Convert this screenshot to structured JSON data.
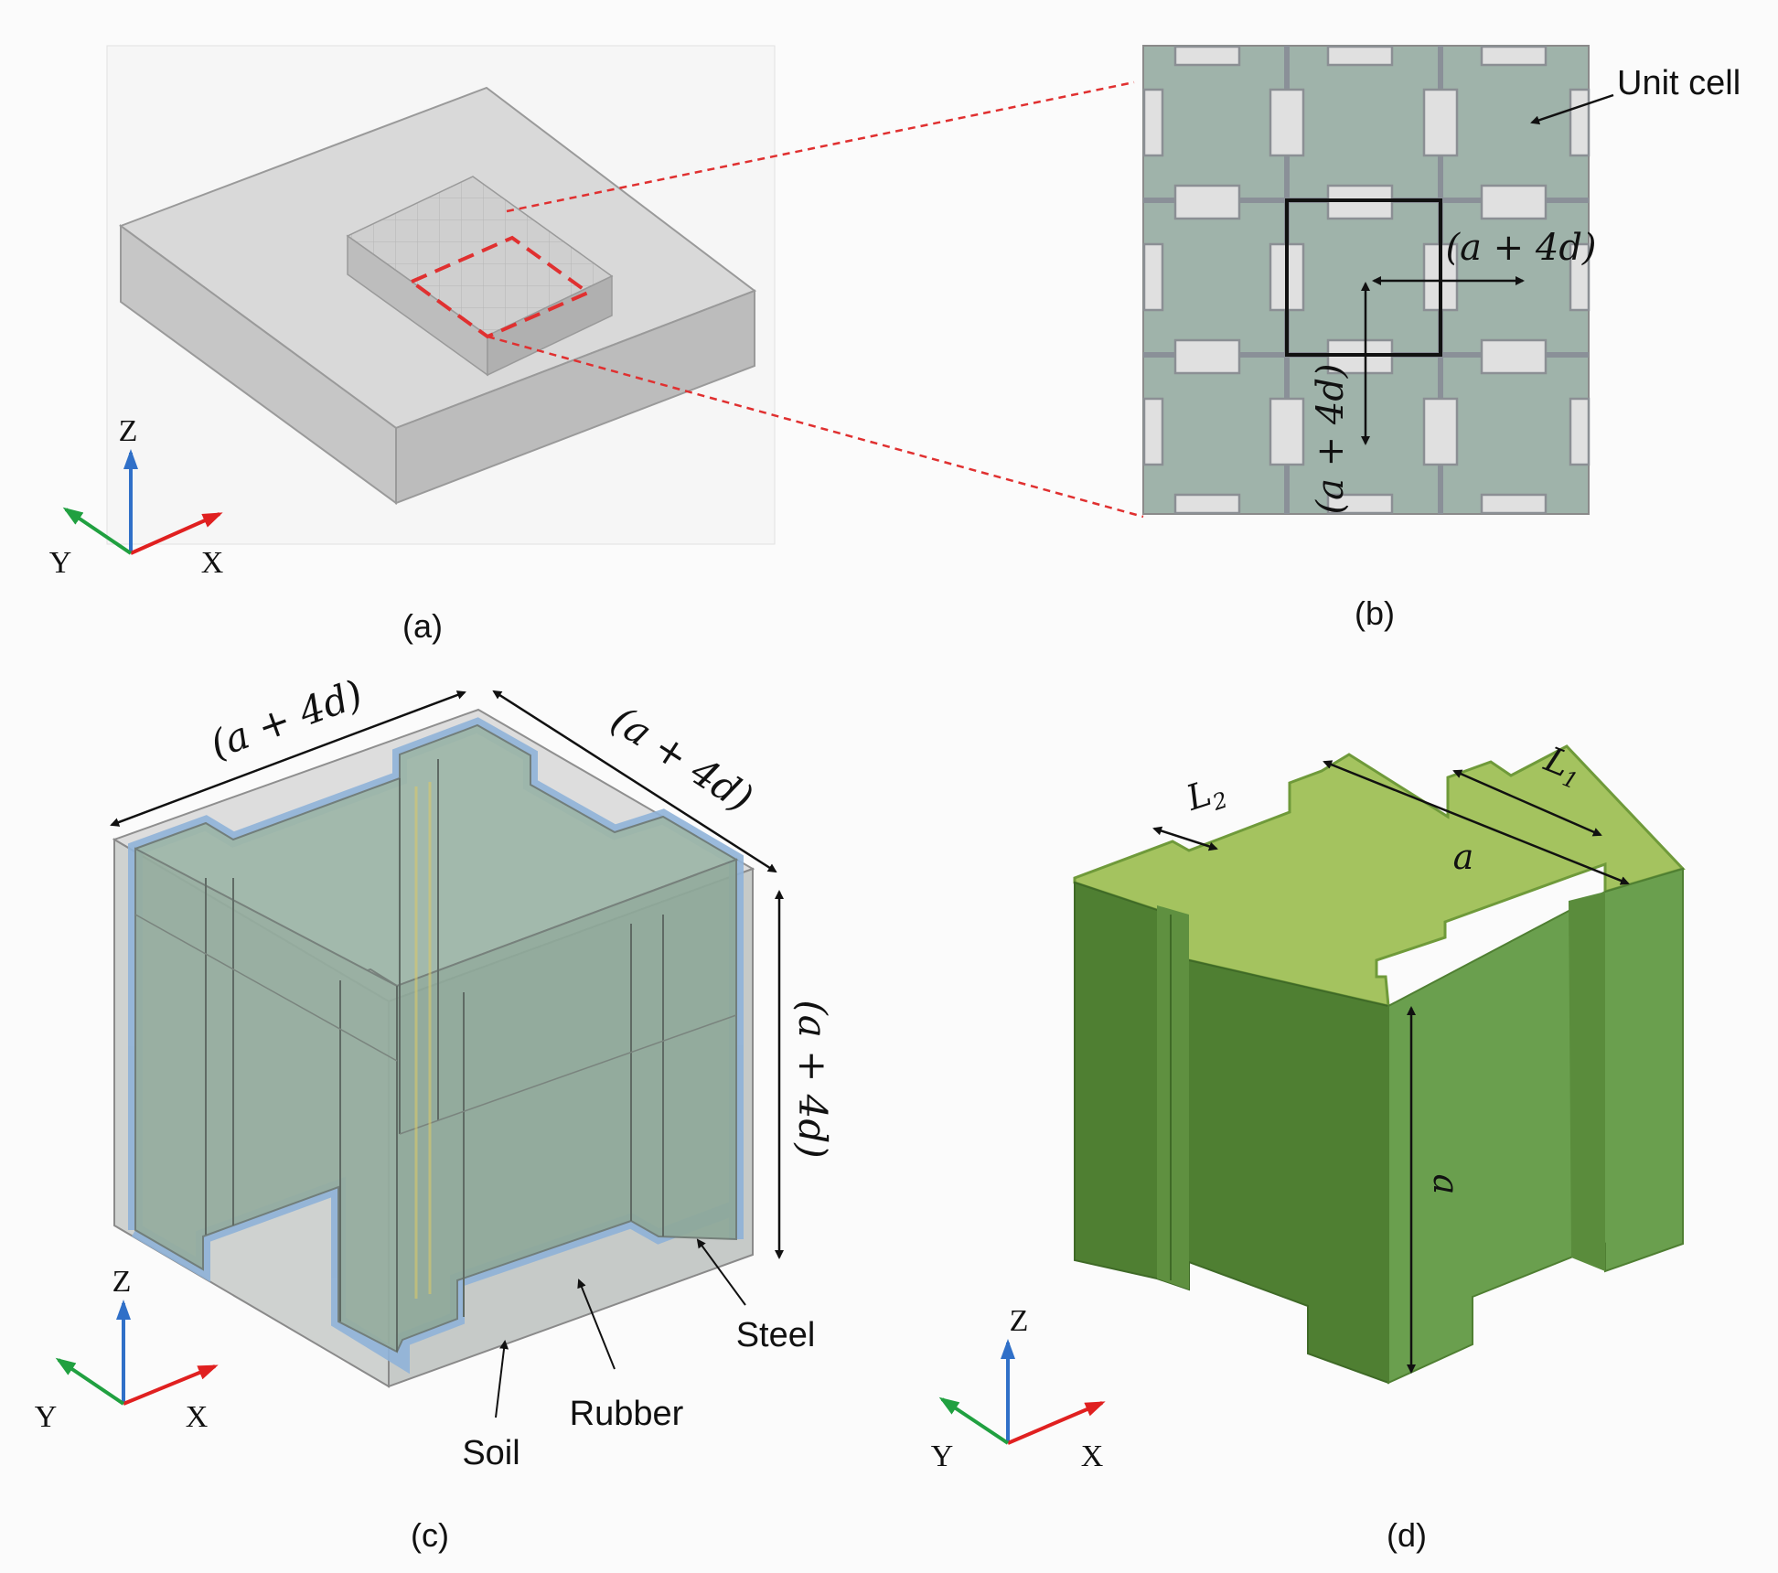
{
  "captions": {
    "a": "(a)",
    "b": "(b)",
    "c": "(c)",
    "d": "(d)"
  },
  "axes": {
    "x": "X",
    "y": "Y",
    "z": "Z"
  },
  "labels": {
    "unit_cell": "Unit cell",
    "a_plus_4d": "(a + 4d)",
    "soil": "Soil",
    "rubber": "Rubber",
    "steel": "Steel",
    "a": "a",
    "L1": "L",
    "L1_sub": "1",
    "L2": "L",
    "L2_sub": "2"
  },
  "colors": {
    "soil_gray": "#c9c9c9",
    "unit_green": "#9db0a6",
    "rubber_blue": "#8fb2d8",
    "steel_green_light": "#a4c35f",
    "steel_green_mid": "#6a9f4e",
    "steel_green_dark": "#4f7f32",
    "zoom_red": "#e03030",
    "axis_x": "#e02020",
    "axis_y": "#20a040",
    "axis_z": "#3070c8"
  }
}
